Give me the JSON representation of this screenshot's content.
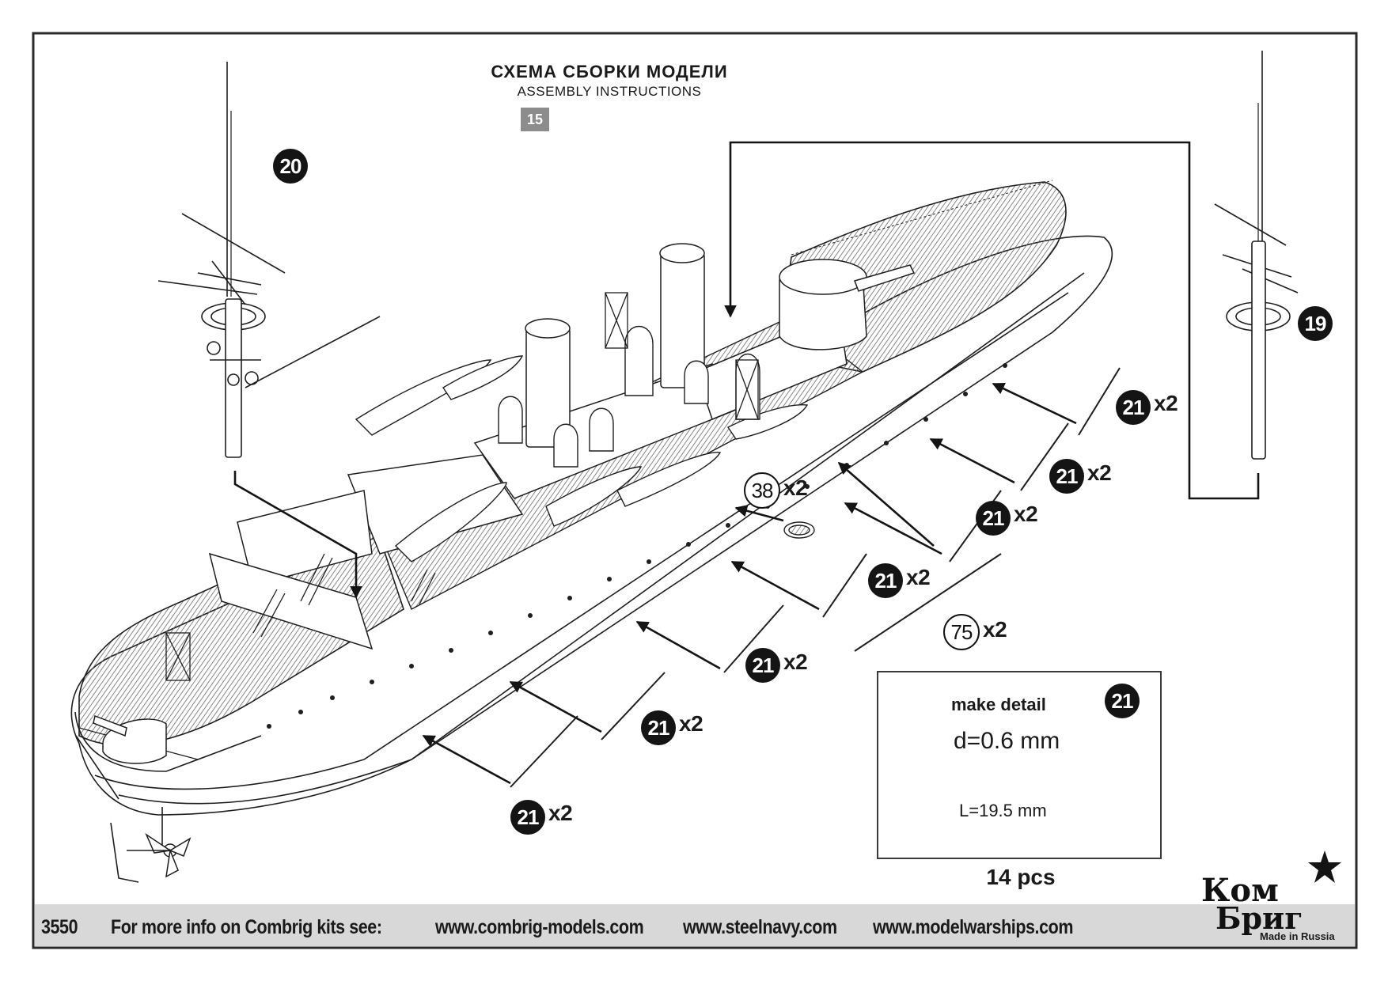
{
  "header": {
    "title_ru": "СХЕМА СБОРКИ МОДЕЛИ",
    "title_en": "ASSEMBLY INSTRUCTIONS",
    "step_number": "15"
  },
  "callouts": {
    "mast_aft": "20",
    "mast_fore": "19",
    "strut_part": "21",
    "strut_quantity": "x2",
    "porthole_part": "38",
    "porthole_quantity": "x2",
    "boom_part": "75",
    "boom_quantity": "x2"
  },
  "detail": {
    "label": "make detail",
    "part": "21",
    "diameter": "d=0.6 mm",
    "length": "L=19.5 mm",
    "pieces": "14 pcs"
  },
  "footer": {
    "kit_number": "3550",
    "info_text": "For more info on Combrig kits see:",
    "link_1": "www.combrig-models.com",
    "link_2": "www.steelnavy.com",
    "link_3": "www.modelwarships.com"
  },
  "logo": {
    "line_1": "Ком",
    "line_2": "Бриг",
    "tagline": "Made in Russia"
  },
  "colors": {
    "ink": "#141414",
    "step_box": "#8c8c8c",
    "footer_band": "#d8d8d8",
    "deck_hatch": "#6a6a6a"
  }
}
